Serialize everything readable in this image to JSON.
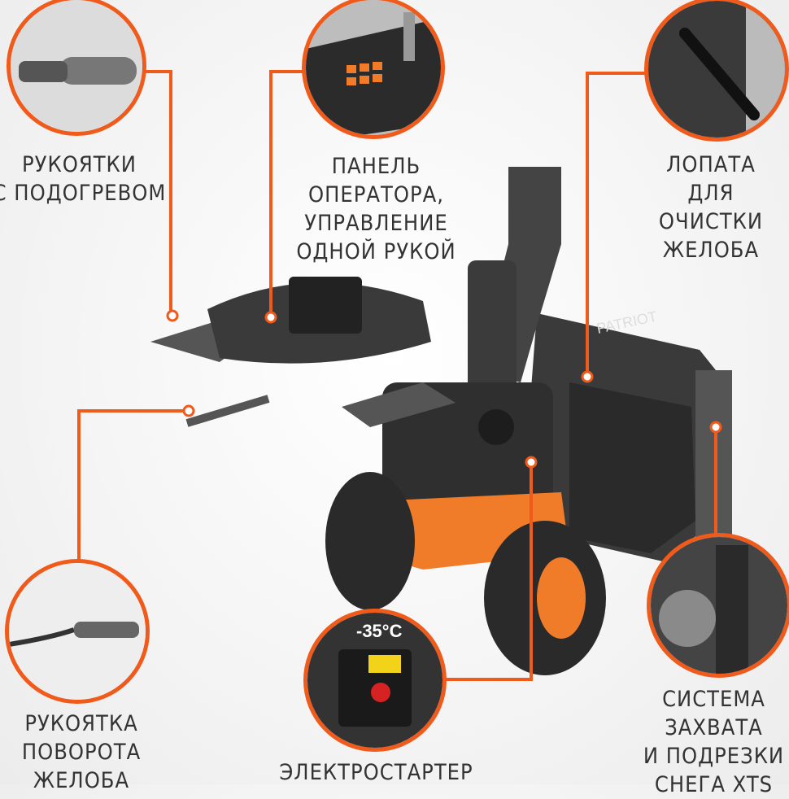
{
  "labels": {
    "heated_grips": "РУКОЯТКИ\nС ПОДОГРЕВОМ",
    "operator_panel": "ПАНЕЛЬ\nОПЕРАТОРА,\nУПРАВЛЕНИЕ\nОДНОЙ РУКОЙ",
    "chute_shovel": "ЛОПАТА\nДЛЯ ОЧИСТКИ\nЖЕЛОБА",
    "chute_handle": "РУКОЯТКА\nПОВОРОТА\nЖЕЛОБА",
    "electric_starter": "ЭЛЕКТРОСТАРТЕР",
    "xts_system": "СИСТЕМА\nЗАХВАТА\nИ ПОДРЕЗКИ\nСНЕГА XTS"
  },
  "product": {
    "brand": "PATRIOT",
    "temp_badge": "-35°C"
  },
  "colors": {
    "accent": "#f05a1a",
    "text": "#333333"
  }
}
